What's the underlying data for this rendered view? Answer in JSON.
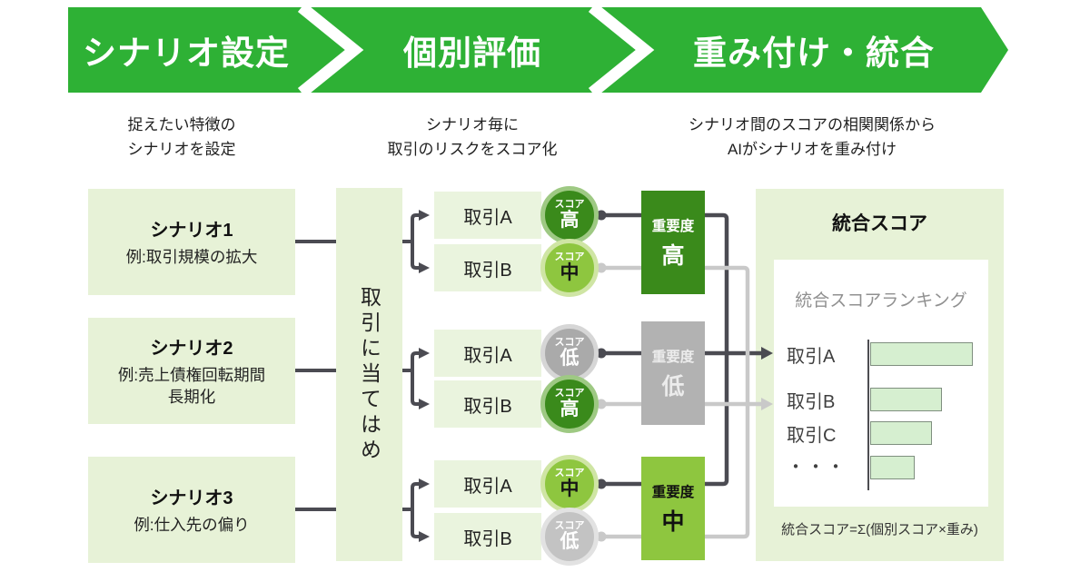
{
  "banner": {
    "steps": [
      "シナリオ設定",
      "個別評価",
      "重み付け・統合"
    ],
    "color": "#2eb135"
  },
  "columns": [
    {
      "line1": "捉えたい特徴の",
      "line2": "シナリオを設定"
    },
    {
      "line1": "シナリオ毎に",
      "line2": "取引のリスクをスコア化"
    },
    {
      "line1": "シナリオ間のスコアの相関関係から",
      "line2": "AIがシナリオを重み付け"
    }
  ],
  "scenarios": [
    {
      "title": "シナリオ1",
      "lines": [
        "例:取引規模の拡大"
      ]
    },
    {
      "title": "シナリオ2",
      "lines": [
        "例:売上債権回転期間",
        "長期化"
      ]
    },
    {
      "title": "シナリオ3",
      "lines": [
        "例:仕入先の偏り"
      ]
    }
  ],
  "apply_box": {
    "label": "取引に当てはめ"
  },
  "deals": [
    {
      "label": "取引A",
      "score_caption": "スコア",
      "score": "高"
    },
    {
      "label": "取引B",
      "score_caption": "スコア",
      "score": "中"
    },
    {
      "label": "取引A",
      "score_caption": "スコア",
      "score": "低"
    },
    {
      "label": "取引B",
      "score_caption": "スコア",
      "score": "高"
    },
    {
      "label": "取引A",
      "score_caption": "スコア",
      "score": "中"
    },
    {
      "label": "取引B",
      "score_caption": "スコア",
      "score": "低"
    }
  ],
  "importance": [
    {
      "caption": "重要度",
      "level": "高"
    },
    {
      "caption": "重要度",
      "level": "低"
    },
    {
      "caption": "重要度",
      "level": "中"
    }
  ],
  "panel": {
    "title": "統合スコア",
    "ranking_title": "統合スコアランキング",
    "ellipsis": "・・・",
    "formula": "統合スコア=Σ(個別スコア×重み)"
  },
  "chart_data": {
    "type": "bar",
    "orientation": "horizontal",
    "title": "統合スコアランキング",
    "categories": [
      "取引A",
      "取引B",
      "取引C",
      "・・・"
    ],
    "values": [
      100,
      70,
      60,
      43
    ],
    "xlabel": "",
    "ylabel": "",
    "axis_ticks": false,
    "legend": false,
    "bar_color": "#d6efd0"
  },
  "colors": {
    "banner_green": "#2eb135",
    "dark_green": "#3a8a1b",
    "mid_green": "#8ec63f",
    "gray": "#b2b2b2",
    "light_gray": "#c3c3c3",
    "panel_green": "#e7f2d7",
    "line_dark": "#4b4b52",
    "line_light": "#c9c9c9"
  }
}
